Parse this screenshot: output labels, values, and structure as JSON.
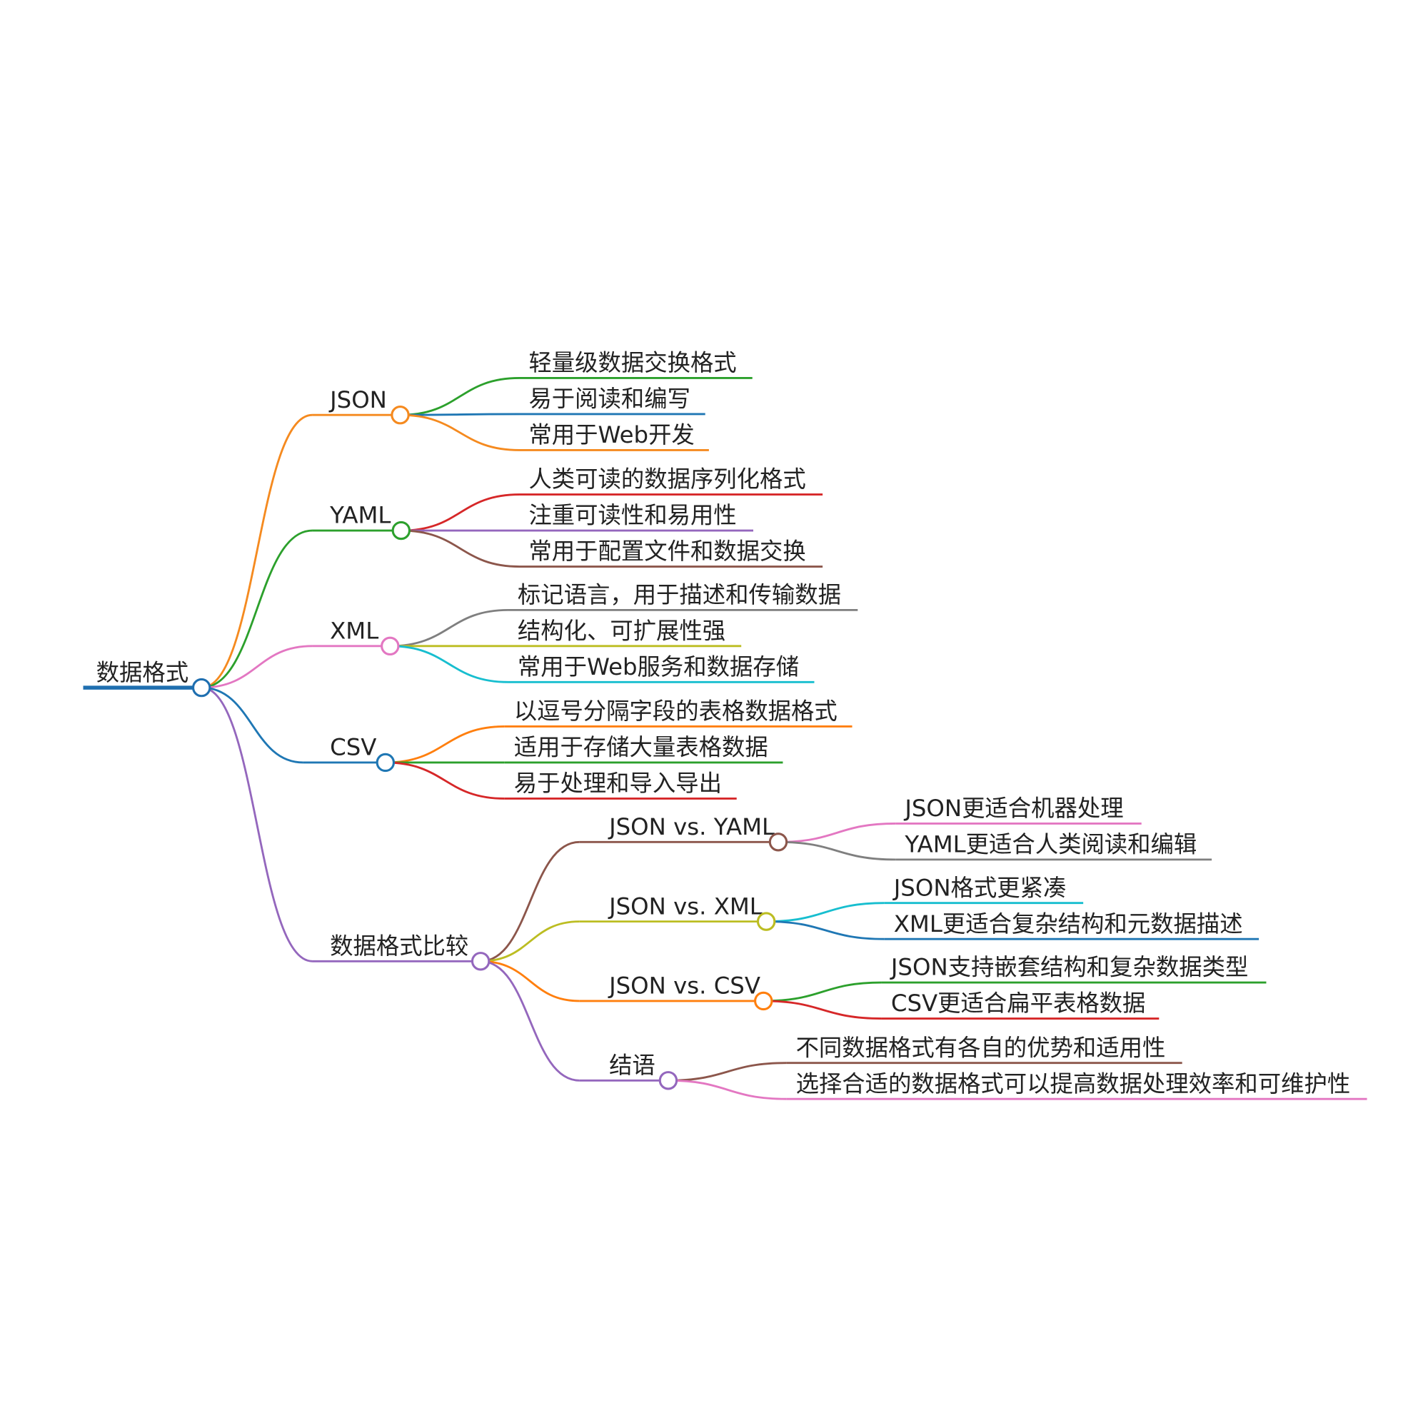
{
  "root": {
    "label": "数据格式",
    "color": "#1f6fb0",
    "children": [
      {
        "id": "json",
        "label": "JSON",
        "color": "#f58a1f",
        "children": [
          {
            "label": "轻量级数据交换格式",
            "color": "#2ca02c"
          },
          {
            "label": "易于阅读和编写",
            "color": "#1f77b4"
          },
          {
            "label": "常用于Web开发",
            "color": "#f58a1f"
          }
        ]
      },
      {
        "id": "yaml",
        "label": "YAML",
        "color": "#2ca02c",
        "children": [
          {
            "label": "人类可读的数据序列化格式",
            "color": "#d62728"
          },
          {
            "label": "注重可读性和易用性",
            "color": "#9467bd"
          },
          {
            "label": "常用于配置文件和数据交换",
            "color": "#8c564b"
          }
        ]
      },
      {
        "id": "xml",
        "label": "XML",
        "color": "#e377c2",
        "children": [
          {
            "label": "标记语言，用于描述和传输数据",
            "color": "#7f7f7f"
          },
          {
            "label": "结构化、可扩展性强",
            "color": "#bcbd22"
          },
          {
            "label": "常用于Web服务和数据存储",
            "color": "#17becf"
          }
        ]
      },
      {
        "id": "csv",
        "label": "CSV",
        "color": "#1f77b4",
        "children": [
          {
            "label": "以逗号分隔字段的表格数据格式",
            "color": "#ff7f0e"
          },
          {
            "label": "适用于存储大量表格数据",
            "color": "#2ca02c"
          },
          {
            "label": "易于处理和导入导出",
            "color": "#d62728"
          }
        ]
      },
      {
        "id": "compare",
        "label": "数据格式比较",
        "color": "#9467bd",
        "children": [
          {
            "id": "json-yaml",
            "label": "JSON vs. YAML",
            "color": "#8c564b",
            "children": [
              {
                "label": "JSON更适合机器处理",
                "color": "#e377c2"
              },
              {
                "label": "YAML更适合人类阅读和编辑",
                "color": "#7f7f7f"
              }
            ]
          },
          {
            "id": "json-xml",
            "label": "JSON vs. XML",
            "color": "#bcbd22",
            "children": [
              {
                "label": "JSON格式更紧凑",
                "color": "#17becf"
              },
              {
                "label": "XML更适合复杂结构和元数据描述",
                "color": "#1f77b4"
              }
            ]
          },
          {
            "id": "json-csv",
            "label": "JSON vs. CSV",
            "color": "#ff7f0e",
            "children": [
              {
                "label": "JSON支持嵌套结构和复杂数据类型",
                "color": "#2ca02c"
              },
              {
                "label": "CSV更适合扁平表格数据",
                "color": "#d62728"
              }
            ]
          },
          {
            "id": "conclusion",
            "label": "结语",
            "color": "#9467bd",
            "children": [
              {
                "label": "不同数据格式有各自的优势和适用性",
                "color": "#8c564b"
              },
              {
                "label": "选择合适的数据格式可以提高数据处理效率和可维护性",
                "color": "#e377c2"
              }
            ]
          }
        ]
      }
    ]
  }
}
